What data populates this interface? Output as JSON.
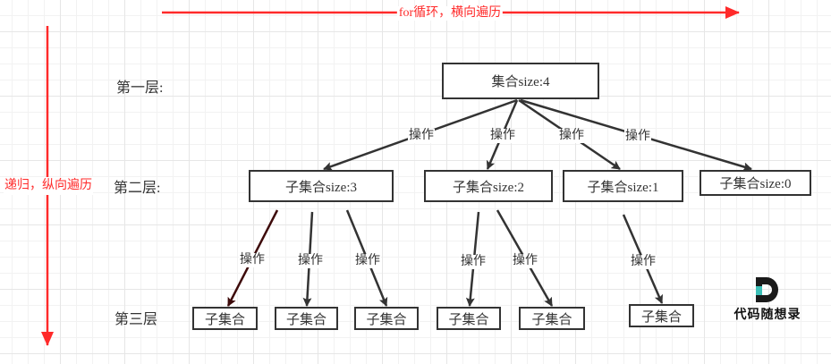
{
  "axes": {
    "horizontal_label": "for循环，横向遍历",
    "vertical_label": "递归，纵向遍历",
    "color": "#ff2a2a"
  },
  "levels": [
    {
      "label": "第一层:"
    },
    {
      "label": "第二层:"
    },
    {
      "label": "第三层"
    }
  ],
  "nodes": {
    "root": "集合size:4",
    "level2": [
      "子集合size:3",
      "子集合size:2",
      "子集合size:1",
      "子集合size:0"
    ],
    "level3": [
      "子集合",
      "子集合",
      "子集合",
      "子集合",
      "子集合",
      "子集合"
    ]
  },
  "edge_label": "操作",
  "edges": {
    "root_to_level2": [
      "操作",
      "操作",
      "操作",
      "操作"
    ],
    "level2_to_level3": [
      "操作",
      "操作",
      "操作",
      "操作",
      "操作",
      "操作"
    ]
  },
  "logo": {
    "text": "代码随想录",
    "accent": "#3bbfb7",
    "dark": "#1a1a1a"
  }
}
